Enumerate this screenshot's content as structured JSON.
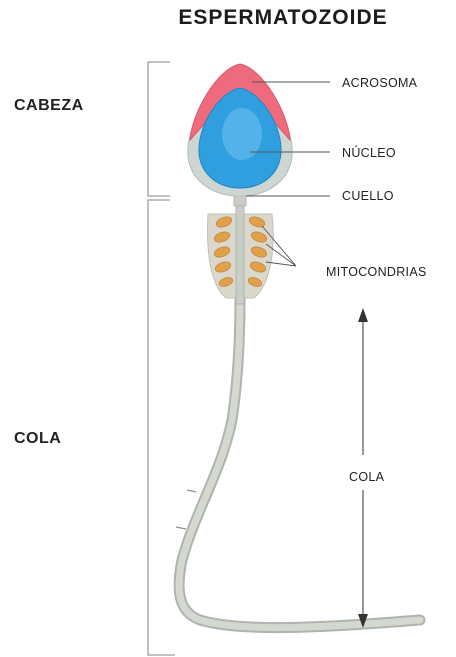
{
  "title": "ESPERMATOZOIDE",
  "side_labels": {
    "head": "CABEZA",
    "tail": "COLA"
  },
  "part_labels": {
    "acrosome": "ACROSOMA",
    "nucleus": "NÚCLEO",
    "neck": "CUELLO",
    "mitochondria": "MITOCONDRIAS",
    "tail": "COLA"
  },
  "colors": {
    "acrosome": "#f06a7e",
    "nucleus": "#2f9fe0",
    "head_outline": "#b9c4bf",
    "mitochondria": "#e0a14a",
    "midpiece": "#dcd9cd",
    "tail": "#c8cdc6"
  }
}
